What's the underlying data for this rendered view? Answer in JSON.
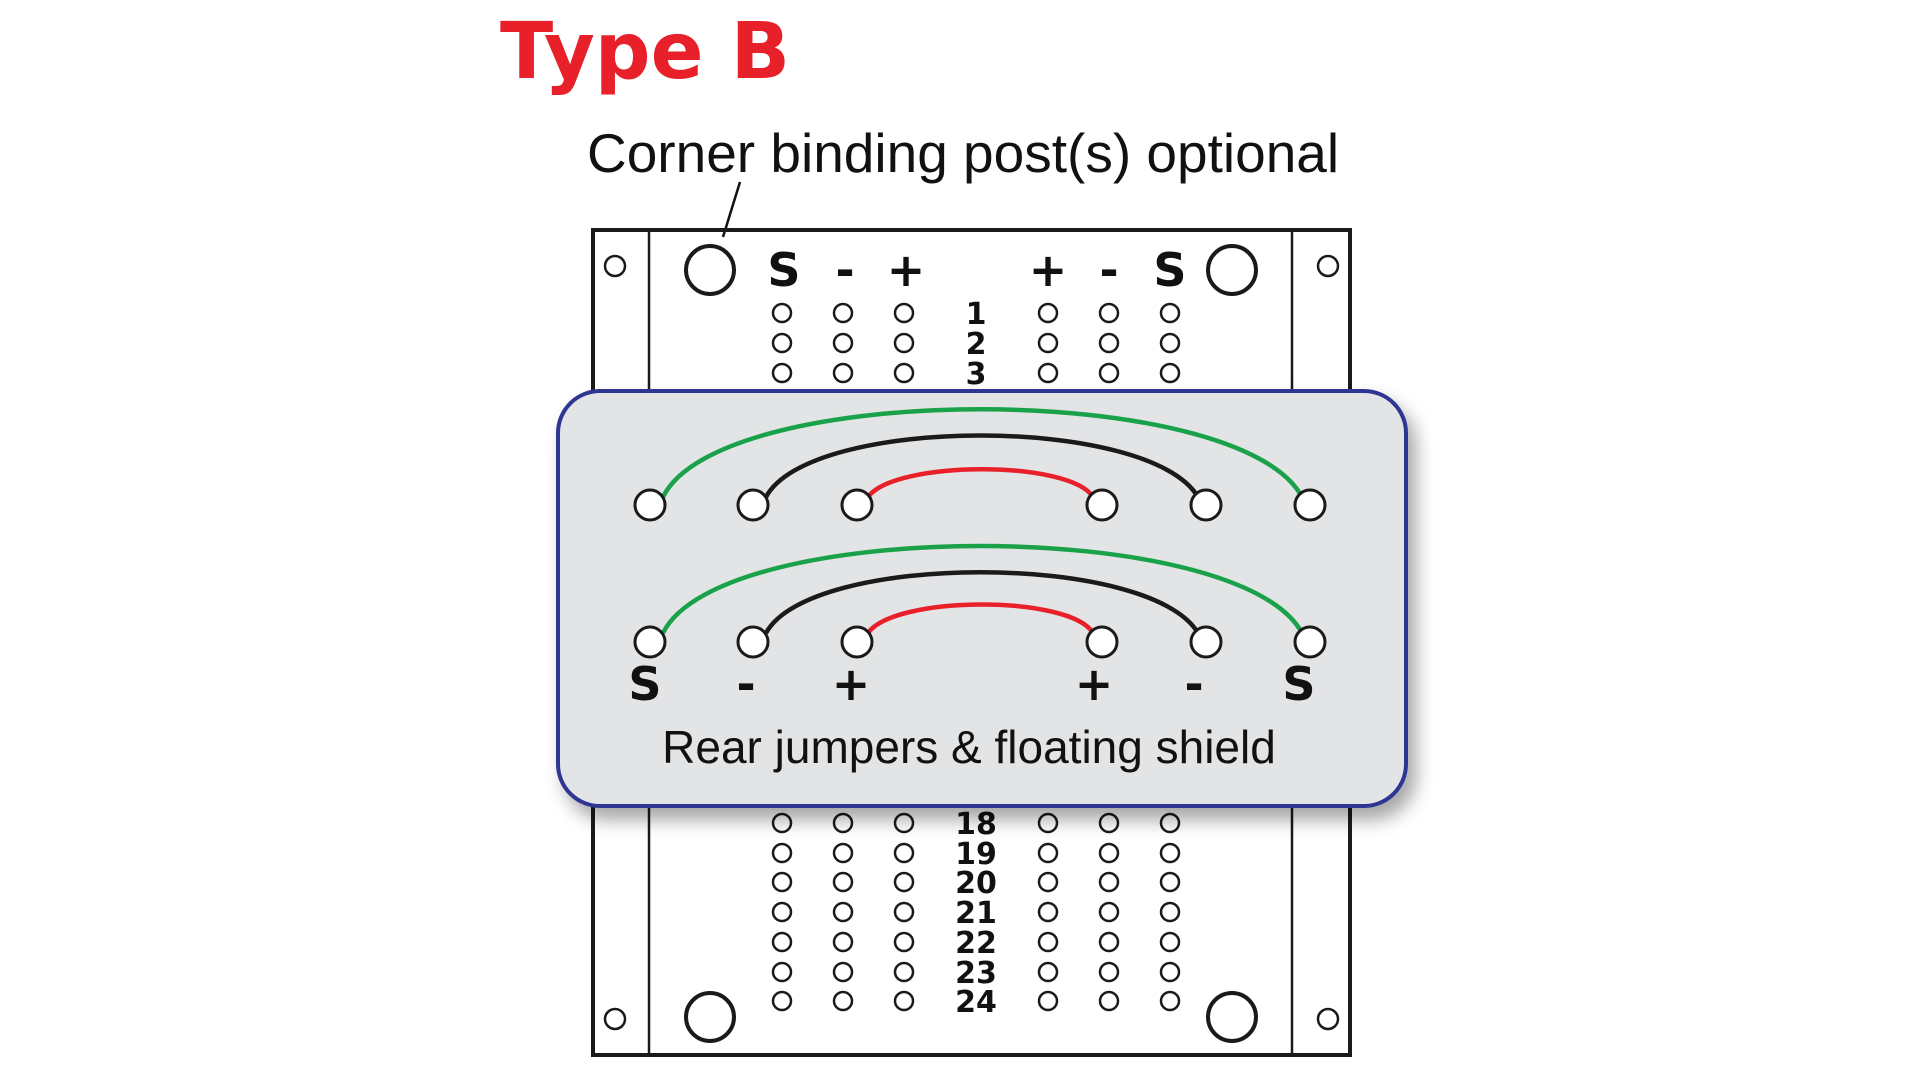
{
  "title": "Type B",
  "callout_label": "Corner binding post(s) optional",
  "top_column_labels": [
    "S",
    "-",
    "+",
    "+",
    "-",
    "S"
  ],
  "top_row_numbers": [
    "1",
    "2",
    "3"
  ],
  "bottom_row_numbers": [
    "18",
    "19",
    "20",
    "21",
    "22",
    "23",
    "24"
  ],
  "inset": {
    "caption": "Rear jumpers & floating shield",
    "labels": [
      "S",
      "-",
      "+",
      "+",
      "-",
      "S"
    ]
  },
  "colors": {
    "title": "#e8202a",
    "panel_outline": "#1a1a1a",
    "inset_fill": "#e3e4e6",
    "inset_border": "#2d3592",
    "jumper_shield": "#1aa24a",
    "jumper_minus": "#1a1a1a",
    "jumper_plus": "#e8202a"
  }
}
